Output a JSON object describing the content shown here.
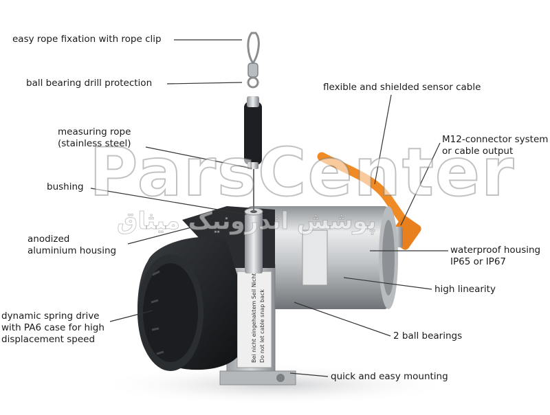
{
  "watermark": {
    "main": "ParsCenter",
    "sub": "پوشش اندرونیک میثاق"
  },
  "device": {
    "label_text_line1": "Bei nicht eingehaktem Seil Nicht loslassen",
    "label_text_line2": "Do not let cable snap back"
  },
  "callouts": [
    {
      "id": "rope-clip",
      "lines": [
        "easy rope fixation with rope clip"
      ]
    },
    {
      "id": "drill-protection",
      "lines": [
        "ball bearing drill protection"
      ]
    },
    {
      "id": "measuring-rope",
      "lines": [
        "measuring rope",
        "(stainless steel)"
      ]
    },
    {
      "id": "bushing",
      "lines": [
        "bushing"
      ]
    },
    {
      "id": "anodized-housing",
      "lines": [
        "anodized",
        "aluminium housing"
      ]
    },
    {
      "id": "spring-drive",
      "lines": [
        "dynamic spring drive",
        "with PA6 case for high",
        "displacement speed"
      ]
    },
    {
      "id": "sensor-cable",
      "lines": [
        "flexible and shielded sensor cable"
      ]
    },
    {
      "id": "m12-connector",
      "lines": [
        "M12-connector system",
        "or cable output"
      ]
    },
    {
      "id": "waterproof-housing",
      "lines": [
        "waterproof housing",
        "IP65 or IP67"
      ]
    },
    {
      "id": "high-linearity",
      "lines": [
        "high linearity"
      ]
    },
    {
      "id": "ball-bearings",
      "lines": [
        "2 ball bearings"
      ]
    },
    {
      "id": "mounting",
      "lines": [
        "quick and easy mounting"
      ]
    }
  ],
  "colors": {
    "cable": "#f08a24",
    "housing": "#c9ccce",
    "knob": "#1f2124",
    "text": "#1a1a1a"
  }
}
